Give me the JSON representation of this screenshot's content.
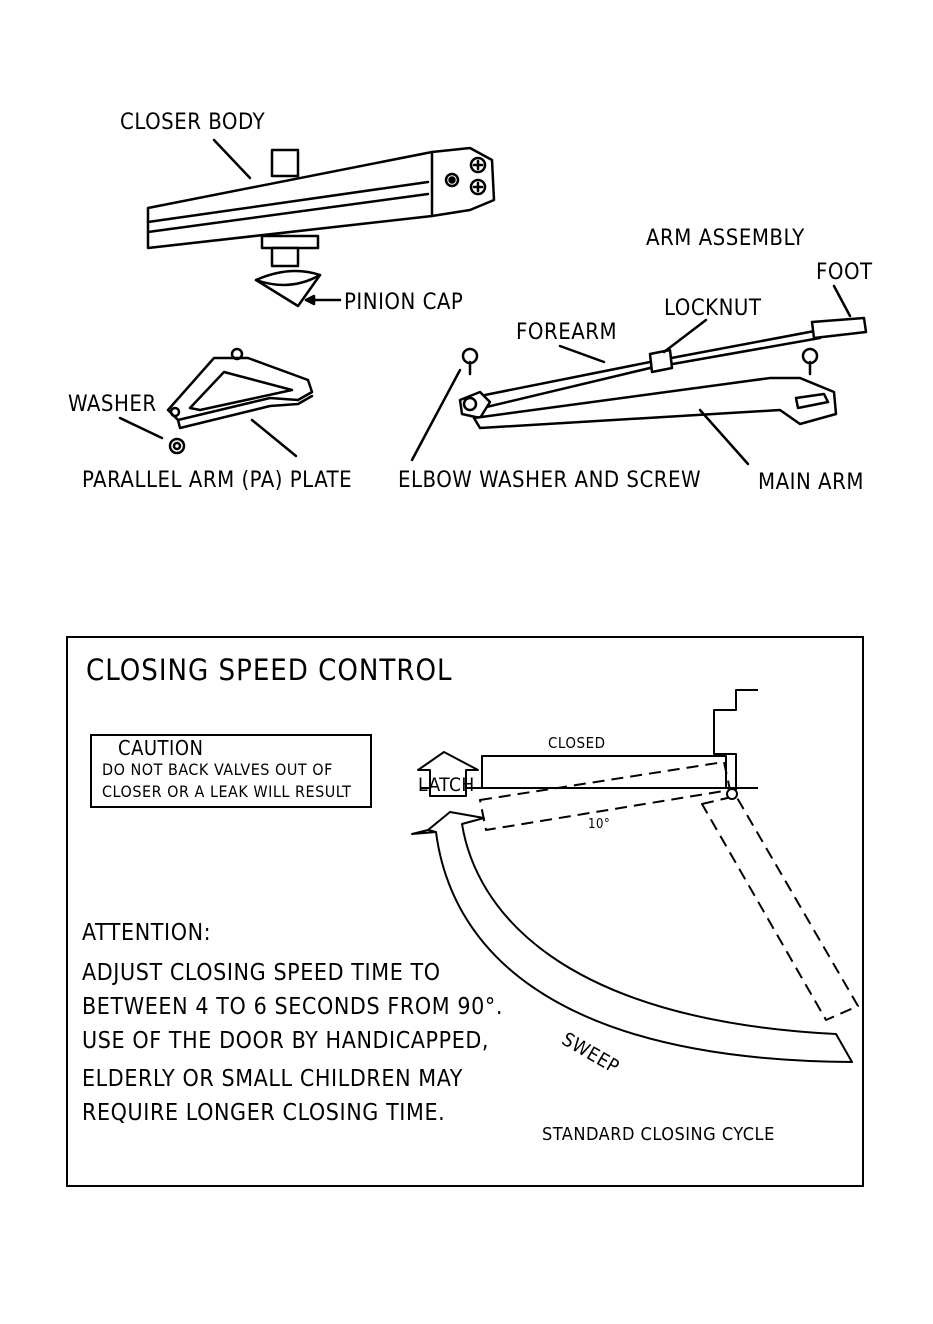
{
  "parts": {
    "closer_body": "CLOSER BODY",
    "pinion_cap": "PINION CAP",
    "arm_assembly": "ARM ASSEMBLY",
    "foot": "FOOT",
    "locknut": "LOCKNUT",
    "forearm": "FOREARM",
    "washer": "WASHER",
    "pa_plate": "PARALLEL ARM (PA) PLATE",
    "elbow_washer": "ELBOW WASHER AND SCREW",
    "main_arm": "MAIN ARM"
  },
  "speed": {
    "title": "CLOSING SPEED CONTROL",
    "caution_title": "CAUTION",
    "caution_line1": "DO NOT BACK VALVES OUT OF",
    "caution_line2": "CLOSER OR A LEAK WILL RESULT",
    "closed": "CLOSED",
    "latch": "LATCH",
    "ten_deg": "10°",
    "sweep": "SWEEP",
    "cycle": "STANDARD CLOSING CYCLE",
    "attention": "ATTENTION:",
    "lines": [
      "ADJUST CLOSING SPEED TIME TO",
      "BETWEEN 4 TO 6 SECONDS FROM 90°.",
      "USE OF THE DOOR BY HANDICAPPED,",
      "ELDERLY OR SMALL CHILDREN MAY",
      "REQUIRE LONGER CLOSING TIME."
    ]
  }
}
